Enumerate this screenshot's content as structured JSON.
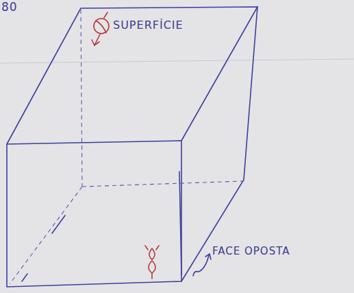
{
  "diagram": {
    "labels": [
      "80",
      "SUPERFÍCIE",
      "FACE OPOSTA"
    ]
  }
}
